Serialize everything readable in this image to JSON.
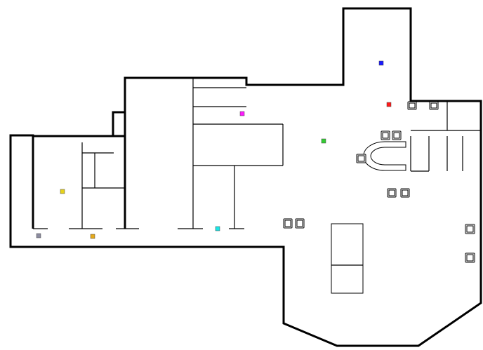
{
  "map": {
    "type": "floor-plan",
    "background": "#ffffff",
    "wall_color": "#000000"
  },
  "markers": [
    {
      "id": "marker-blue",
      "color": "#1a1aff"
    },
    {
      "id": "marker-red",
      "color": "#ff1a1a"
    },
    {
      "id": "marker-magenta",
      "color": "#ff1aff"
    },
    {
      "id": "marker-green",
      "color": "#33cc33"
    },
    {
      "id": "marker-yellow",
      "color": "#e6d21a"
    },
    {
      "id": "marker-cyan",
      "color": "#1ae6e6"
    },
    {
      "id": "marker-gray",
      "color": "#8c8ca0"
    },
    {
      "id": "marker-orange",
      "color": "#e6aa1a"
    }
  ]
}
